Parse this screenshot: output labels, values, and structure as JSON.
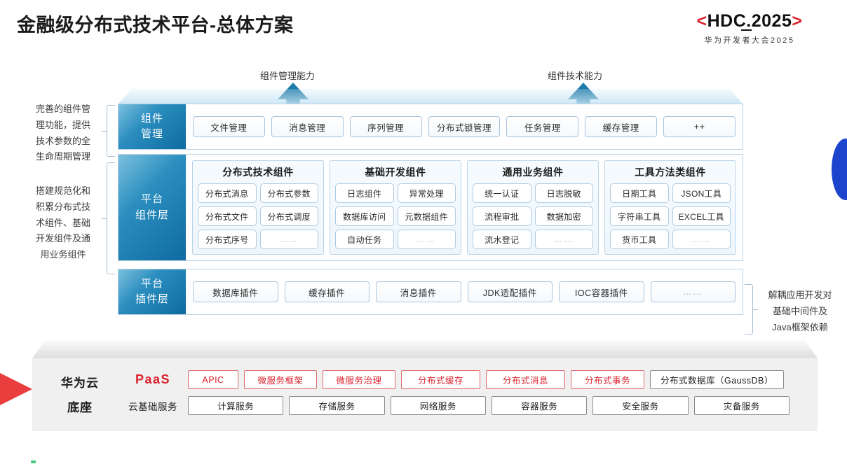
{
  "header": {
    "title": "金融级分布式技术平台-总体方案",
    "logo": {
      "left_bracket": "<",
      "right_bracket": ">",
      "main": "HDC.2025",
      "sub": "华为开发者大会2025"
    }
  },
  "arrows": [
    {
      "label": "组件管理能力"
    },
    {
      "label": "组件技术能力"
    }
  ],
  "side_notes": {
    "left": [
      "完善的组件管\n理功能，提供\n技术参数的全\n生命周期管理",
      "搭建规范化和\n积累分布式技\n术组件、基础\n开发组件及通\n用业务组件"
    ],
    "right": [
      "解耦应用开发对\n基础中间件及\nJava框架依赖"
    ]
  },
  "layers": [
    {
      "id": "component-management",
      "label": "组件\n管理",
      "items": [
        "文件管理",
        "消息管理",
        "序列管理",
        "分布式锁管理",
        "任务管理",
        "缓存管理",
        "++"
      ]
    },
    {
      "id": "platform-plugin",
      "label": "平台\n插件层",
      "items": [
        "数据库插件",
        "缓存插件",
        "消息插件",
        "JDK适配插件",
        "IOC容器插件",
        "……"
      ]
    }
  ],
  "platform_layer": {
    "id": "platform-component",
    "label": "平台\n组件层",
    "groups": [
      {
        "title": "分布式技术组件",
        "items": [
          "分布式消息",
          "分布式参数",
          "分布式文件",
          "分布式调度",
          "分布式序号",
          "……"
        ]
      },
      {
        "title": "基础开发组件",
        "items": [
          "日志组件",
          "异常处理",
          "数据库访问",
          "元数据组件",
          "自动任务",
          "……"
        ]
      },
      {
        "title": "通用业务组件",
        "items": [
          "统一认证",
          "日志脱敏",
          "流程审批",
          "数据加密",
          "流水登记",
          "……"
        ]
      },
      {
        "title": "工具方法类组件",
        "items": [
          "日期工具",
          "JSON工具",
          "字符串工具",
          "EXCEL工具",
          "货币工具",
          "……"
        ]
      }
    ]
  },
  "base": {
    "title": "华为云\n底座",
    "paas": {
      "label": "PaaS",
      "items": [
        {
          "text": "APIC",
          "style": "red",
          "width": 72
        },
        {
          "text": "微服务框架",
          "style": "red",
          "width": 104
        },
        {
          "text": "微服务治理",
          "style": "red",
          "width": 104
        },
        {
          "text": "分布式缓存",
          "style": "red",
          "width": 113
        },
        {
          "text": "分布式消息",
          "style": "red",
          "width": 113
        },
        {
          "text": "分布式事务",
          "style": "red",
          "width": 105
        },
        {
          "text": "分布式数据库（GaussDB）",
          "style": "gray",
          "width": 191
        }
      ]
    },
    "infrastructure": {
      "label": "云基础服务",
      "items": [
        {
          "text": "计算服务",
          "style": "gray",
          "width": 138
        },
        {
          "text": "存储服务",
          "style": "gray",
          "width": 138
        },
        {
          "text": "网络服务",
          "style": "gray",
          "width": 138
        },
        {
          "text": "容器服务",
          "style": "gray",
          "width": 138
        },
        {
          "text": "安全服务",
          "style": "gray",
          "width": 138
        },
        {
          "text": "灾备服务",
          "style": "gray",
          "width": 138
        }
      ]
    }
  },
  "colors": {
    "brand_red": "#d9232e",
    "layer_blue": "#0f6ba0",
    "arrow_blue": "#15628f",
    "base_gray": "#f0f0f0"
  }
}
